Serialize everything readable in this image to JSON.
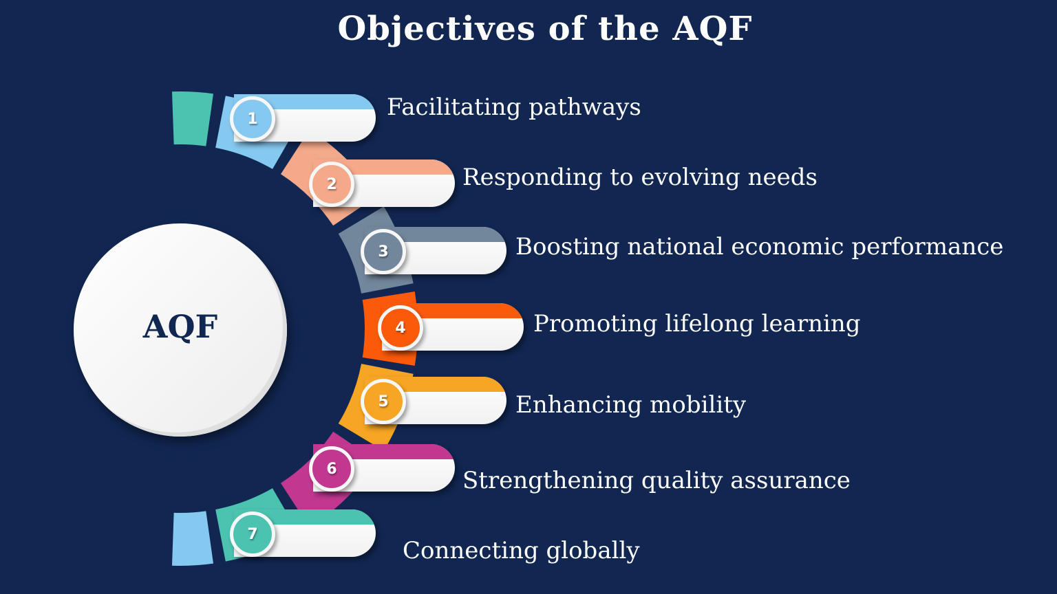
{
  "title": "Objectives of the AQF",
  "hub_label": "AQF",
  "items": [
    {
      "number": "1",
      "label": "Facilitating pathways",
      "color": "#86c9f0"
    },
    {
      "number": "2",
      "label": "Responding to evolving needs",
      "color": "#f4a98a"
    },
    {
      "number": "3",
      "label": "Boosting national economic performance",
      "color": "#72869c"
    },
    {
      "number": "4",
      "label": "Promoting lifelong learning",
      "color": "#fb5a0a"
    },
    {
      "number": "5",
      "label": "Enhancing mobility",
      "color": "#f6a524"
    },
    {
      "number": "6",
      "label": "Strengthening quality assurance",
      "color": "#c23890"
    },
    {
      "number": "7",
      "label": "Connecting globally",
      "color": "#4cc2b0"
    }
  ],
  "end_caps": {
    "top": "#4cc2b0",
    "bottom": "#86c9f0"
  }
}
